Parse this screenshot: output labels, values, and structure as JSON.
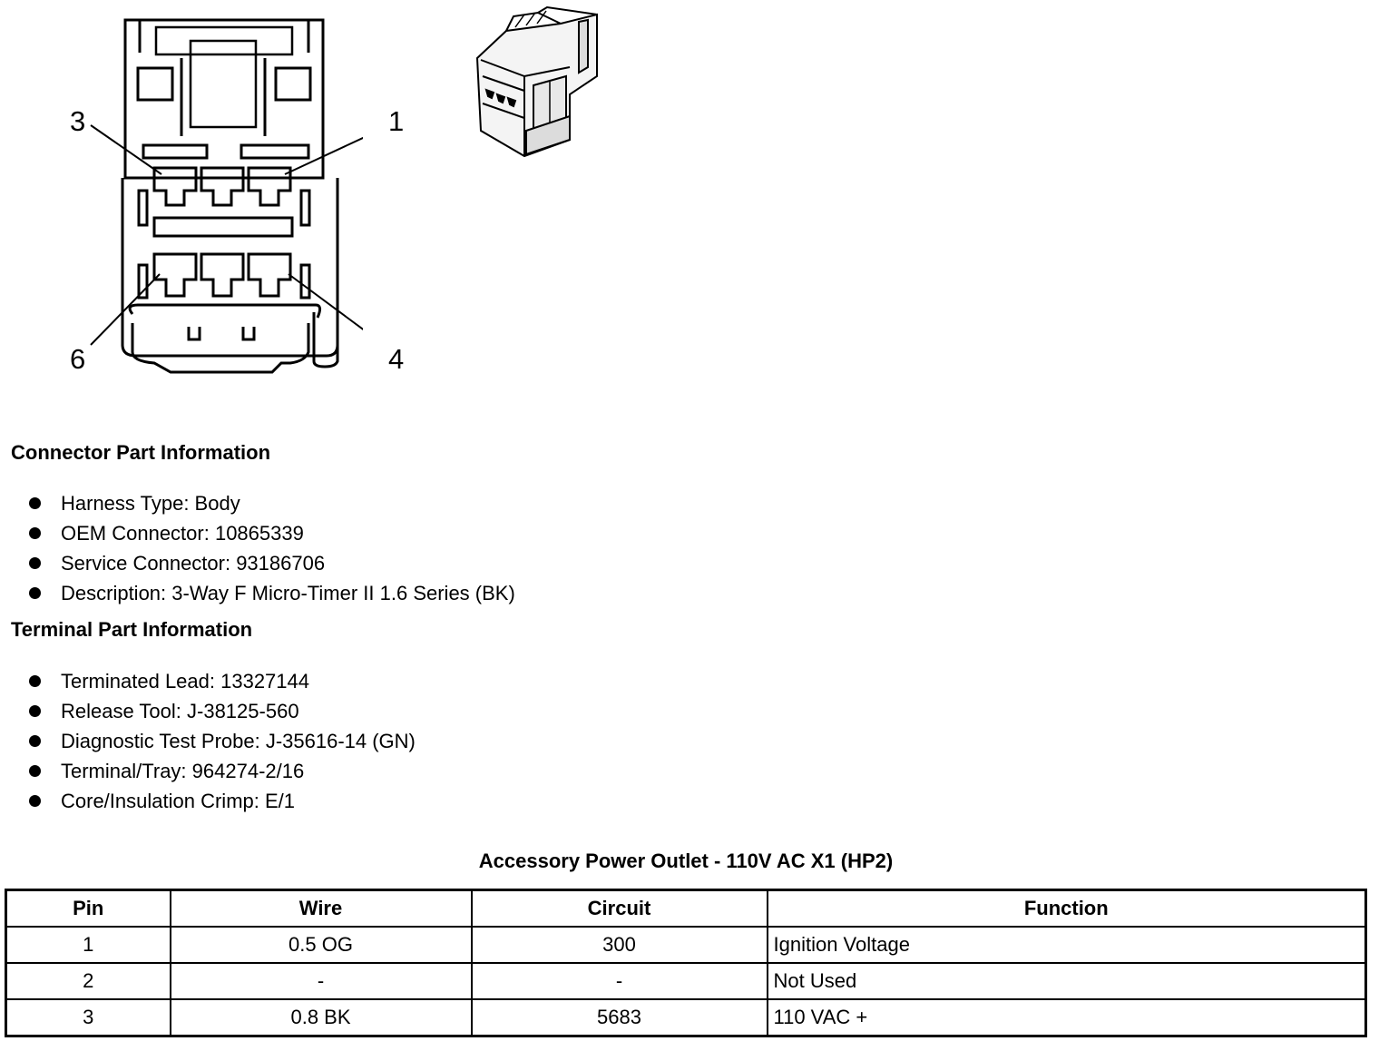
{
  "diagram": {
    "pin_labels": {
      "p3": "3",
      "p1": "1",
      "p6": "6",
      "p4": "4"
    }
  },
  "connector_part_information": {
    "title": "Connector Part Information",
    "items": [
      "Harness Type: Body",
      "OEM Connector: 10865339",
      "Service Connector: 93186706",
      "Description: 3-Way F Micro-Timer II 1.6 Series (BK)"
    ]
  },
  "terminal_part_information": {
    "title": "Terminal Part Information",
    "items": [
      "Terminated Lead: 13327144",
      "Release Tool: J-38125-560",
      "Diagnostic Test Probe: J-35616-14 (GN)",
      "Terminal/Tray: 964274-2/16",
      "Core/Insulation Crimp: E/1"
    ]
  },
  "pin_table": {
    "caption": "Accessory Power Outlet - 110V AC X1 (HP2)",
    "headers": [
      "Pin",
      "Wire",
      "Circuit",
      "Function"
    ],
    "rows": [
      [
        "1",
        "0.5 OG",
        "300",
        "Ignition Voltage"
      ],
      [
        "2",
        "-",
        "-",
        "Not Used"
      ],
      [
        "3",
        "0.8 BK",
        "5683",
        "110 VAC +"
      ]
    ]
  }
}
